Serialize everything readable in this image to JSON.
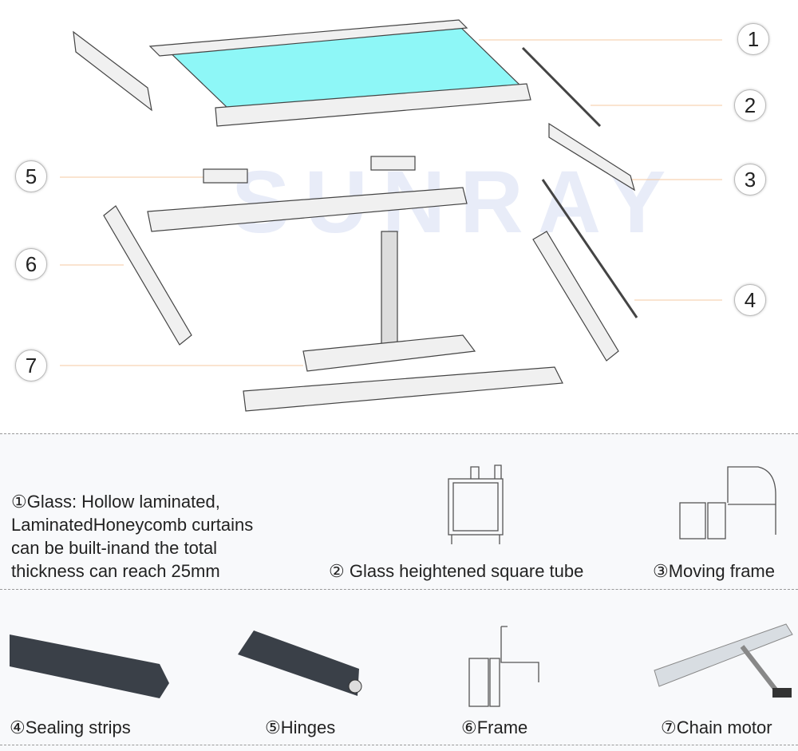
{
  "watermark": "SUNRAY",
  "callouts": [
    "1",
    "2",
    "3",
    "4",
    "5",
    "6",
    "7"
  ],
  "description": {
    "lines": [
      "①Glass: Hollow laminated,",
      "LaminatedHoneycomb curtains",
      "can be built-inand the total",
      "thickness can reach 25mm"
    ]
  },
  "parts": [
    {
      "label": "② Glass heightened square tube"
    },
    {
      "label": "③Moving frame"
    },
    {
      "label": "④Sealing strips"
    },
    {
      "label": "⑤Hinges"
    },
    {
      "label": "⑥Frame"
    },
    {
      "label": "⑦Chain motor"
    }
  ],
  "colors": {
    "glass": "#8ef7f7",
    "leader": "#f5c9a0",
    "dark_profile": "#3a4048"
  }
}
